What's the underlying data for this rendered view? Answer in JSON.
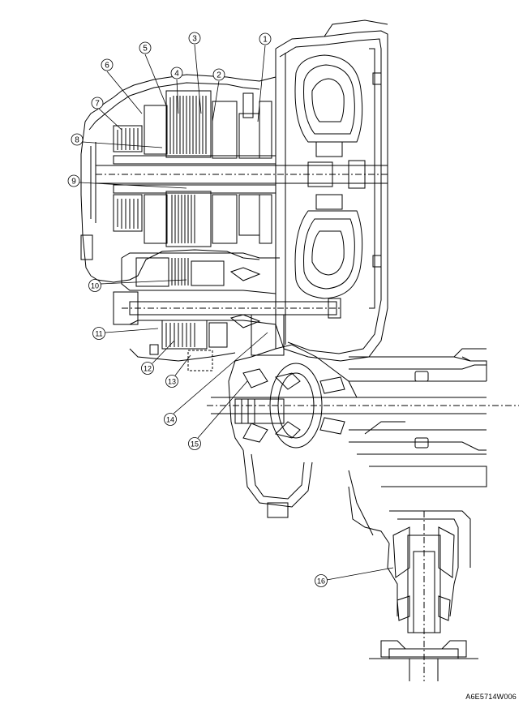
{
  "figure": {
    "code": "A6E5714W006"
  },
  "colors": {
    "line": "#000000",
    "fill": "#ffffff",
    "hatch": "#333333"
  },
  "callouts": [
    {
      "id": "1",
      "label": "1"
    },
    {
      "id": "2",
      "label": "2"
    },
    {
      "id": "3",
      "label": "3"
    },
    {
      "id": "4",
      "label": "4"
    },
    {
      "id": "5",
      "label": "5"
    },
    {
      "id": "6",
      "label": "6"
    },
    {
      "id": "7",
      "label": "7"
    },
    {
      "id": "8",
      "label": "8"
    },
    {
      "id": "9",
      "label": "9"
    },
    {
      "id": "10",
      "label": "10"
    },
    {
      "id": "11",
      "label": "11"
    },
    {
      "id": "12",
      "label": "12"
    },
    {
      "id": "13",
      "label": "13"
    },
    {
      "id": "14",
      "label": "14"
    },
    {
      "id": "15",
      "label": "15"
    },
    {
      "id": "16",
      "label": "16"
    }
  ]
}
